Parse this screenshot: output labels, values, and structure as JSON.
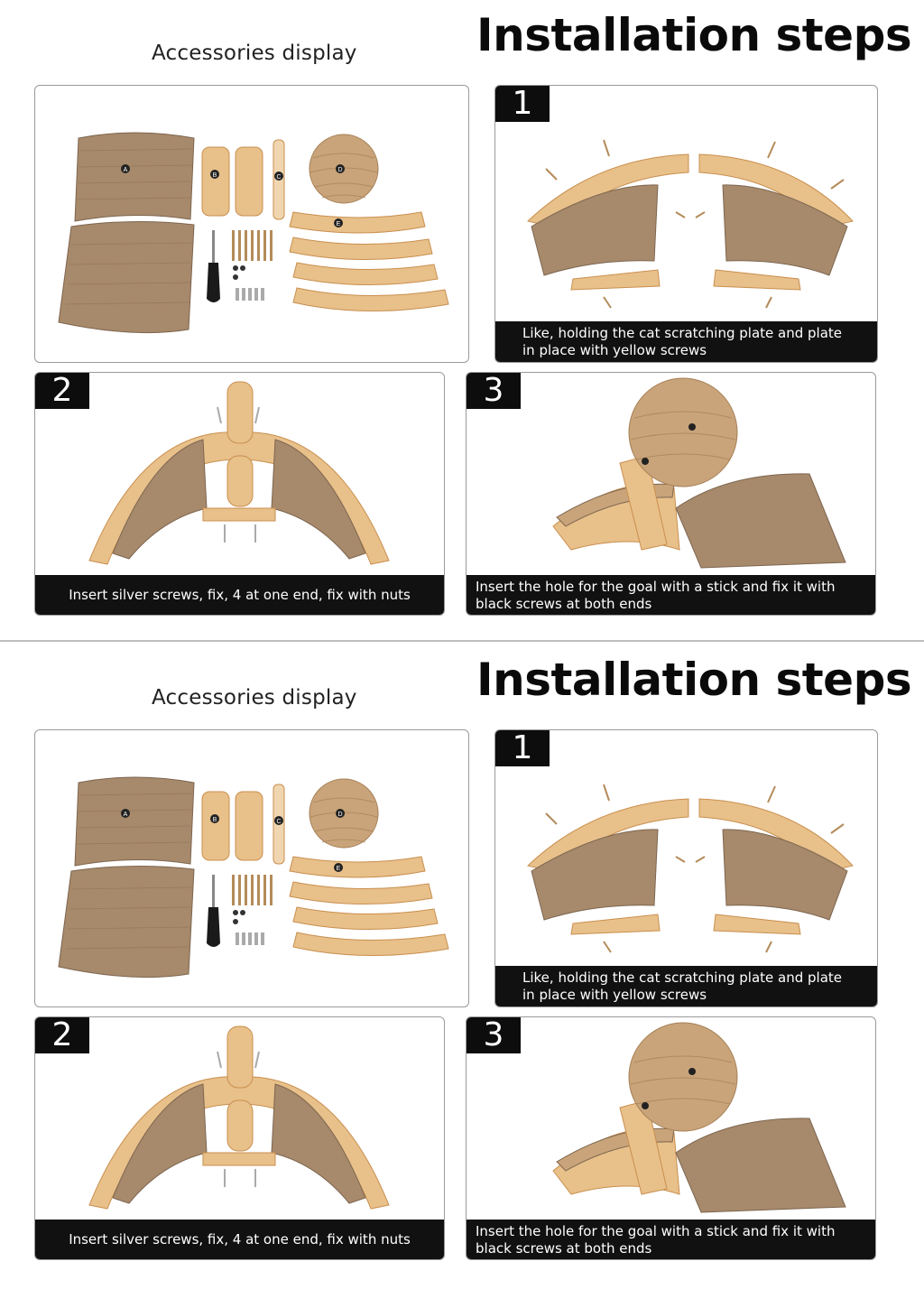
{
  "sections": [
    {
      "accessories_title": "Accessories display",
      "title": "Installation steps",
      "steps": [
        {
          "number": "1",
          "caption": "Like, holding the cat scratching plate and plate in place with yellow screws"
        },
        {
          "number": "2",
          "caption": "Insert silver screws, fix, 4 at one end, fix with nuts"
        },
        {
          "number": "3",
          "caption": "Insert the hole for the goal with a stick and fix it with black screws at both ends"
        }
      ],
      "part_labels": {
        "plate": "A",
        "support": "B",
        "stick": "C",
        "ball": "D",
        "arc": "E"
      }
    },
    {
      "accessories_title": "Accessories display",
      "title": "Installation steps",
      "steps": [
        {
          "number": "1",
          "caption": "Like, holding the cat scratching plate and plate in place with yellow screws"
        },
        {
          "number": "2",
          "caption": "Insert silver screws, fix, 4 at one end, fix with nuts"
        },
        {
          "number": "3",
          "caption": "Insert the hole for the goal with a stick and fix it with black screws at both ends"
        }
      ],
      "part_labels": {
        "plate": "A",
        "support": "B",
        "stick": "C",
        "ball": "D",
        "arc": "E"
      }
    }
  ],
  "colors": {
    "wood": "#e8c08a",
    "wood_dark": "#c98f4f",
    "cardboard": "#a7896b",
    "sisal": "#c9a47a",
    "badge": "#0d0d0d"
  }
}
